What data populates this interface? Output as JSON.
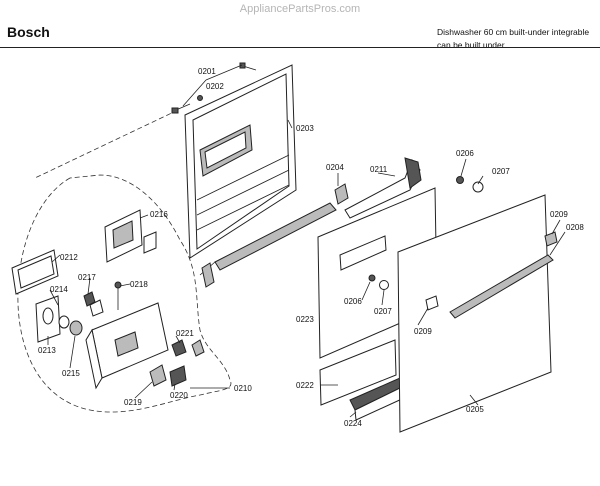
{
  "header": {
    "watermark": "AppliancePartsPros.com",
    "brand": "Bosch",
    "description_line1": "Dishwasher 60 cm built-under integrable",
    "description_line2": "can be built under"
  },
  "part_labels": {
    "p0201": "0201",
    "p0202": "0202",
    "p0203": "0203",
    "p0204": "0204",
    "p0211": "0211",
    "p0206a": "0206",
    "p0207a": "0207",
    "p0209a": "0209",
    "p0208": "0208",
    "p0216": "0216",
    "p0212": "0212",
    "p0217": "0217",
    "p0218": "0218",
    "p0214": "0214",
    "p0213": "0213",
    "p0215": "0215",
    "p0221": "0221",
    "p0219": "0219",
    "p0220": "0220",
    "p0210": "0210",
    "p0206b": "0206",
    "p0207b": "0207",
    "p0223": "0223",
    "p0209b": "0209",
    "p0222": "0222",
    "p0224": "0224",
    "p0205": "0205"
  }
}
